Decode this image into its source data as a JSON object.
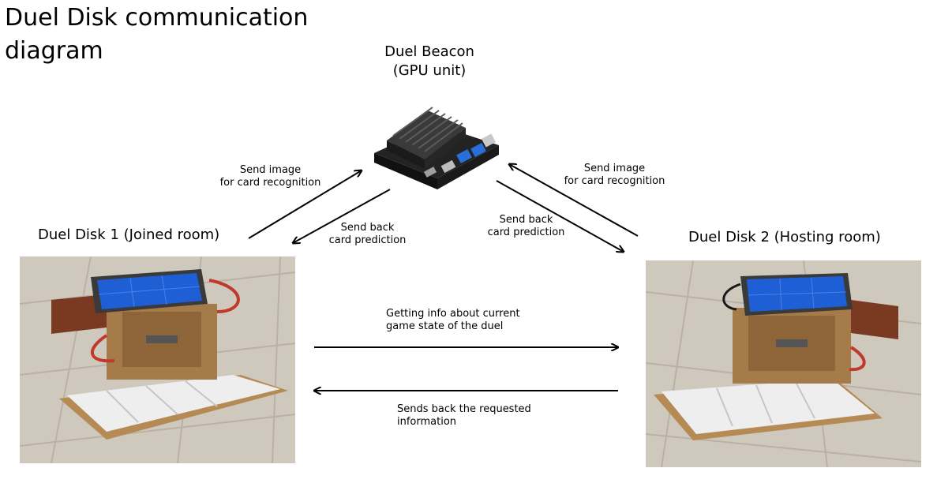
{
  "title": {
    "line1": "Duel Disk communication",
    "line2": "diagram"
  },
  "nodes": {
    "beacon": {
      "line1": "Duel Beacon",
      "line2": "(GPU unit)"
    },
    "disk1": {
      "label": "Duel Disk 1 (Joined room)"
    },
    "disk2": {
      "label": "Duel Disk 2 (Hosting room)"
    }
  },
  "edges": {
    "disk1_to_beacon": {
      "line1": "Send image",
      "line2": "for card recognition"
    },
    "beacon_to_disk1": {
      "line1": "Send back",
      "line2": "card prediction"
    },
    "disk2_to_beacon": {
      "line1": "Send image",
      "line2": "for card recognition"
    },
    "beacon_to_disk2": {
      "line1": "Send back",
      "line2": "card prediction"
    },
    "disk1_to_disk2": {
      "line1": "Getting info about current",
      "line2": "game state of the duel"
    },
    "disk2_to_disk1": {
      "line1": "Sends back the requested",
      "line2": "information"
    }
  },
  "icons": [
    "gpu-board-photo",
    "duel-disk-photo"
  ],
  "colors": {
    "arrow": "#000000",
    "screen": "#1f5fd6",
    "cardboard": "#b58a55",
    "floor": "#cfc8bd"
  }
}
